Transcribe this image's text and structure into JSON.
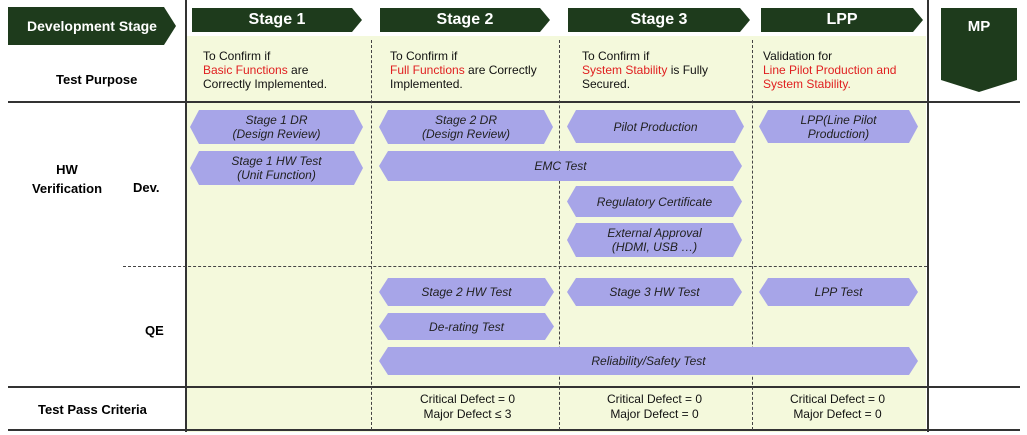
{
  "header": {
    "development_stage": "Development Stage",
    "stage1": "Stage 1",
    "stage2": "Stage 2",
    "stage3": "Stage 3",
    "lpp": "LPP",
    "mp": "MP"
  },
  "rows": {
    "test_purpose": "Test Purpose",
    "hw_verification": "HW\nVerification",
    "dev": "Dev.",
    "qe": "QE",
    "test_pass_criteria": "Test Pass Criteria"
  },
  "purpose": {
    "stage1": {
      "line1": "To Confirm if",
      "highlight": "Basic Functions",
      "rest": " are",
      "line3": "Correctly Implemented."
    },
    "stage2": {
      "line1": "To Confirm if",
      "highlight": "Full Functions",
      "rest": " are Correctly",
      "line3": "Implemented."
    },
    "stage3": {
      "line1": "To Confirm if",
      "highlight": "System Stability",
      "rest": " is Fully",
      "line3": "Secured."
    },
    "lpp": {
      "line1": "Validation for",
      "highlight1": "Line Pilot Production and",
      "highlight2": "System Stability."
    }
  },
  "dev_items": {
    "stage1_dr": {
      "l1": "Stage 1 DR",
      "l2": "(Design Review)"
    },
    "stage1_hw": {
      "l1": "Stage 1 HW Test",
      "l2": "(Unit Function)"
    },
    "stage2_dr": {
      "l1": "Stage 2 DR",
      "l2": "(Design Review)"
    },
    "emc": "EMC Test",
    "pilot": "Pilot Production",
    "regulatory": "Regulatory Certificate",
    "external": {
      "l1": "External Approval",
      "l2": "(HDMI, USB …)"
    },
    "lpp": {
      "l1": "LPP(Line Pilot",
      "l2": "Production)"
    }
  },
  "qe_items": {
    "stage2_hw": "Stage 2 HW Test",
    "stage3_hw": "Stage 3 HW Test",
    "lpp_test": "LPP Test",
    "derating": "De-rating Test",
    "reliability": "Reliability/Safety Test"
  },
  "criteria": {
    "stage2": {
      "l1": "Critical Defect = 0",
      "l2": "Major Defect ≤ 3"
    },
    "stage3": {
      "l1": "Critical Defect = 0",
      "l2": "Major Defect = 0"
    },
    "lpp": {
      "l1": "Critical Defect = 0",
      "l2": "Major Defect = 0"
    }
  },
  "colors": {
    "header_green": "#1e3b1c",
    "stage_background": "#f4f9dc",
    "chevron_purple": "#a7a5e8",
    "highlight_red": "#e02020"
  }
}
